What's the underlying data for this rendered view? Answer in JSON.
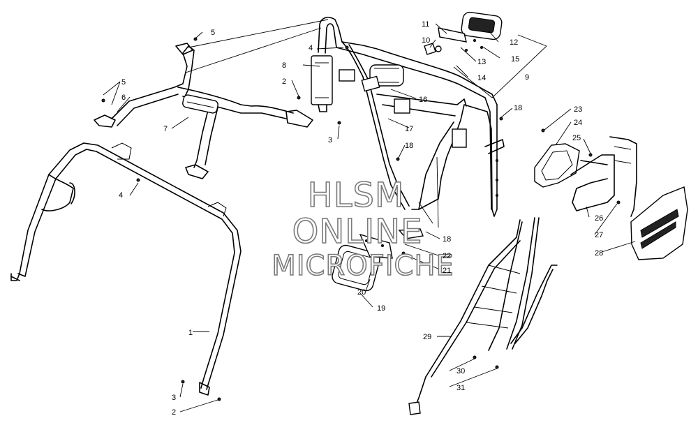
{
  "diagram": {
    "callouts": [
      {
        "id": "c1",
        "text": "1"
      },
      {
        "id": "c2a",
        "text": "2"
      },
      {
        "id": "c2b",
        "text": "2"
      },
      {
        "id": "c3a",
        "text": "3"
      },
      {
        "id": "c3b",
        "text": "3"
      },
      {
        "id": "c4a",
        "text": "4"
      },
      {
        "id": "c4b",
        "text": "4"
      },
      {
        "id": "c5a",
        "text": "5"
      },
      {
        "id": "c5b",
        "text": "5"
      },
      {
        "id": "c6",
        "text": "6"
      },
      {
        "id": "c7",
        "text": "7"
      },
      {
        "id": "c8",
        "text": "8"
      },
      {
        "id": "c9",
        "text": "9"
      },
      {
        "id": "c10",
        "text": "10"
      },
      {
        "id": "c11",
        "text": "11"
      },
      {
        "id": "c12",
        "text": "12"
      },
      {
        "id": "c13",
        "text": "13"
      },
      {
        "id": "c14",
        "text": "14"
      },
      {
        "id": "c15",
        "text": "15"
      },
      {
        "id": "c16",
        "text": "16"
      },
      {
        "id": "c17",
        "text": "17"
      },
      {
        "id": "c18a",
        "text": "18"
      },
      {
        "id": "c18b",
        "text": "18"
      },
      {
        "id": "c18c",
        "text": "18"
      },
      {
        "id": "c19",
        "text": "19"
      },
      {
        "id": "c20",
        "text": "20"
      },
      {
        "id": "c21",
        "text": "21"
      },
      {
        "id": "c22",
        "text": "22"
      },
      {
        "id": "c23",
        "text": "23"
      },
      {
        "id": "c24",
        "text": "24"
      },
      {
        "id": "c25",
        "text": "25"
      },
      {
        "id": "c26",
        "text": "26"
      },
      {
        "id": "c27",
        "text": "27"
      },
      {
        "id": "c28",
        "text": "28"
      },
      {
        "id": "c29",
        "text": "29"
      },
      {
        "id": "c30",
        "text": "30"
      },
      {
        "id": "c31",
        "text": "31"
      }
    ]
  },
  "watermark": {
    "line1": "HLSM",
    "line2": "ONLINE",
    "line3": "MICROFICHE"
  },
  "colors": {
    "ink": "#000000",
    "background": "#ffffff",
    "watermark_outline": "#7a7a7a"
  }
}
